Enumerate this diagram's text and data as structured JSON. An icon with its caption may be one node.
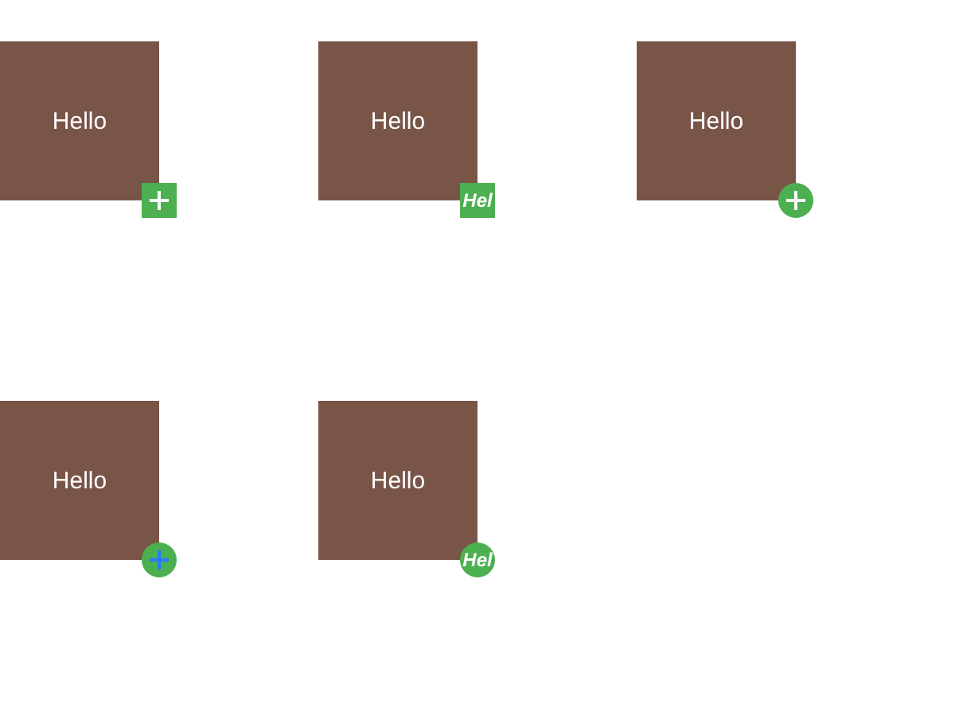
{
  "diagram": {
    "nodes": [
      {
        "text": [
          "Hello"
        ]
      },
      {
        "text": [],
        "shape": "box"
      },
      {
        "text": [
          "Hello"
        ]
      },
      {
        "text": [
          "Hel"
        ]
      },
      {
        "text": [
          "Hello"
        ]
      },
      {
        "text": [],
        "shape": "circle"
      },
      {
        "text": [
          "Hello"
        ]
      },
      {
        "text": [],
        "shape": "circle"
      },
      {
        "text": [
          "Hello"
        ]
      },
      {
        "text": [
          "Hel"
        ]
      }
    ]
  }
}
